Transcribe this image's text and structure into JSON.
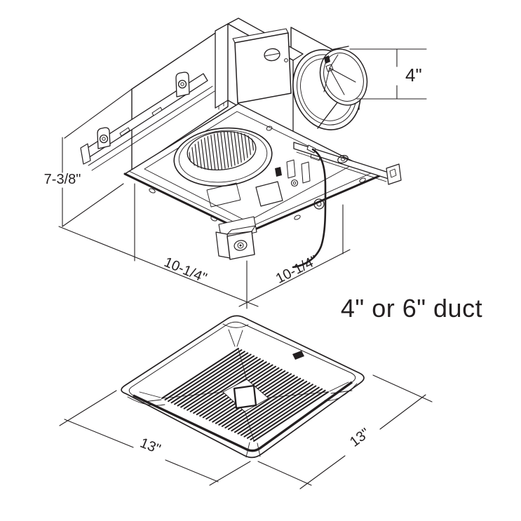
{
  "figure": {
    "title": "Ventilation fan housing and grille dimension drawing",
    "background_color": "#ffffff",
    "line_color": "#231f20"
  },
  "dimensions": {
    "housing_height": "7-3/8\"",
    "housing_width": "10-1/4\"",
    "housing_depth": "10-1/4\"",
    "duct_collar_diameter": "4\"",
    "grille_width": "13\"",
    "grille_depth": "13\""
  },
  "annotations": {
    "duct_note": "4\" or 6\" duct"
  },
  "parts": [
    "fan-housing-pan",
    "mounting-rail-left",
    "mounting-rail-right",
    "electrical-junction-box",
    "duct-collar-with-damper",
    "blower-inlet",
    "power-cable",
    "receptacle-box",
    "ceiling-grille"
  ]
}
